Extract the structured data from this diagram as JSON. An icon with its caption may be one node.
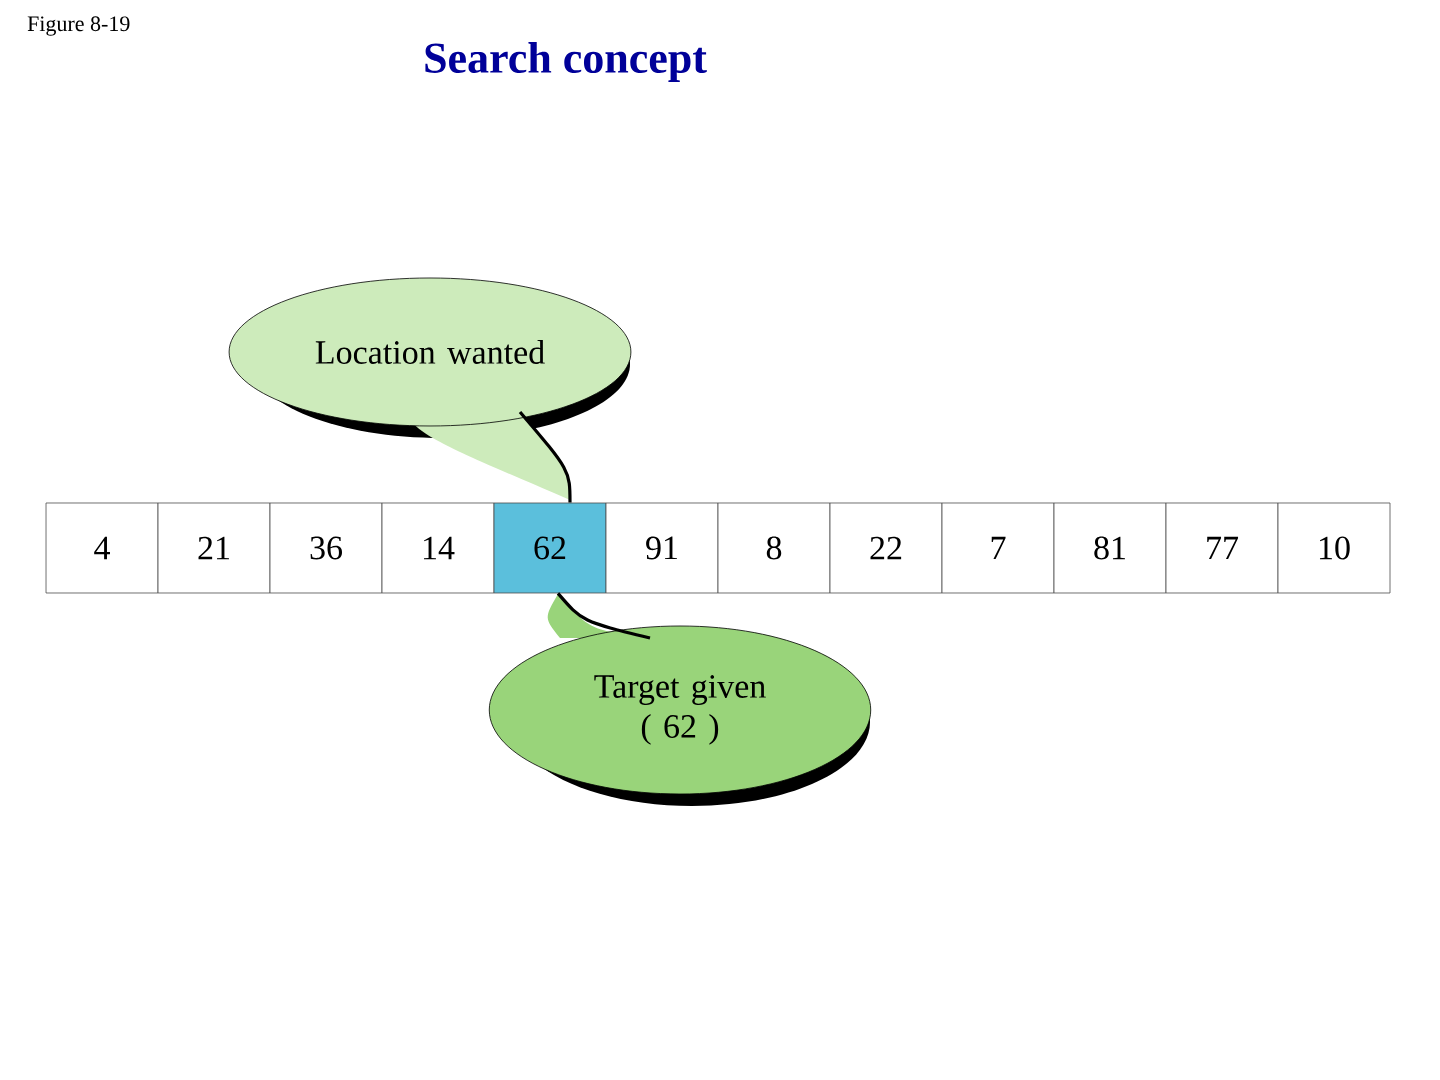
{
  "diagram": {
    "title": "Search concept",
    "nodes": [
      {
        "text": [
          "Location wanted"
        ]
      },
      {
        "text": [
          "4"
        ]
      },
      {
        "text": [
          "21"
        ]
      },
      {
        "text": [
          "36"
        ]
      },
      {
        "text": [
          "14"
        ]
      },
      {
        "text": [
          "62"
        ]
      },
      {
        "text": [
          "91"
        ]
      },
      {
        "text": [
          "8"
        ]
      },
      {
        "text": [
          "22"
        ]
      },
      {
        "text": [
          "7"
        ]
      },
      {
        "text": [
          "81"
        ]
      },
      {
        "text": [
          "77"
        ]
      },
      {
        "text": [
          "10"
        ]
      },
      {
        "text": [
          "Target given ( 62 )"
        ]
      }
    ],
    "edges": [
      {
        "from": 0,
        "to": 5,
        "arrow": "none"
      },
      {
        "from": 13,
        "to": 5,
        "arrow": "none"
      }
    ],
    "labels": [
      "Figure 8-19"
    ]
  }
}
